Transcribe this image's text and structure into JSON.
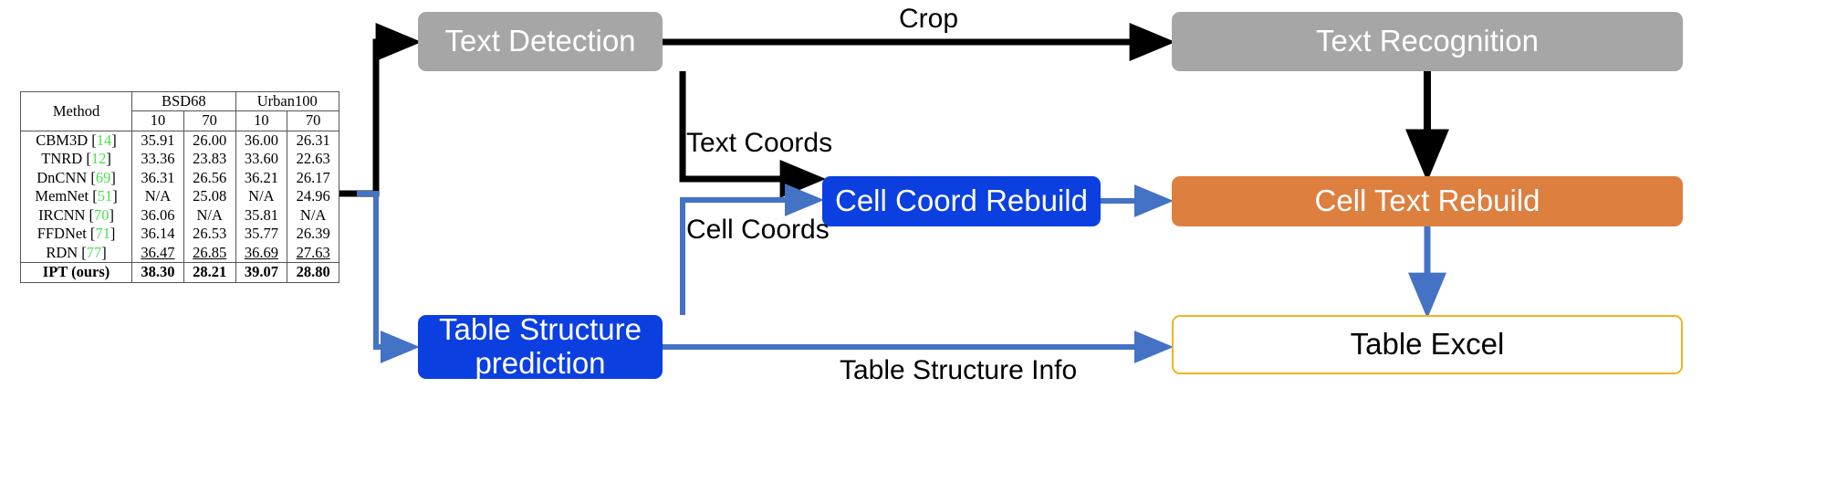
{
  "diagram": {
    "title": "Table recognition pipeline",
    "colors": {
      "gray_node": "#A6A6A6",
      "blue_node": "#0B3FE0",
      "orange_node": "#DD7F3F",
      "excel_border": "#F0B323",
      "black_edge": "#000000",
      "blue_edge": "#4472C4",
      "citation_green": "#4CE04C"
    },
    "nodes": [
      {
        "id": "text-detection",
        "label": "Text Detection",
        "style": "gray"
      },
      {
        "id": "text-recognition",
        "label": "Text Recognition",
        "style": "gray"
      },
      {
        "id": "cell-coord-rebuild",
        "label": "Cell Coord Rebuild",
        "style": "blue"
      },
      {
        "id": "cell-text-rebuild",
        "label": "Cell Text Rebuild",
        "style": "orange"
      },
      {
        "id": "table-structure",
        "label_line1": "Table Structure",
        "label_line2": "prediction",
        "style": "blue"
      },
      {
        "id": "table-excel",
        "label": "Table Excel",
        "style": "excel"
      }
    ],
    "edge_labels": {
      "crop": "Crop",
      "text_coords": "Text Coords",
      "cell_coords": "Cell Coords",
      "table_structure_info": "Table Structure Info"
    }
  },
  "table_image": {
    "caption": "",
    "columns": {
      "method": "Method",
      "group_bsd68": "BSD68",
      "group_urban100": "Urban100",
      "sub_levels": [
        "10",
        "70",
        "10",
        "70"
      ]
    },
    "rows": [
      {
        "method": "CBM3D",
        "cite": "14",
        "bsd68_10": "35.91",
        "bsd68_70": "26.00",
        "urban_10": "36.00",
        "urban_70": "26.31",
        "bold": false,
        "underline": false
      },
      {
        "method": "TNRD",
        "cite": "12",
        "bsd68_10": "33.36",
        "bsd68_70": "23.83",
        "urban_10": "33.60",
        "urban_70": "22.63",
        "bold": false,
        "underline": false
      },
      {
        "method": "DnCNN",
        "cite": "69",
        "bsd68_10": "36.31",
        "bsd68_70": "26.56",
        "urban_10": "36.21",
        "urban_70": "26.17",
        "bold": false,
        "underline": false
      },
      {
        "method": "MemNet",
        "cite": "51",
        "bsd68_10": "N/A",
        "bsd68_70": "25.08",
        "urban_10": "N/A",
        "urban_70": "24.96",
        "bold": false,
        "underline": false
      },
      {
        "method": "IRCNN",
        "cite": "70",
        "bsd68_10": "36.06",
        "bsd68_70": "N/A",
        "urban_10": "35.81",
        "urban_70": "N/A",
        "bold": false,
        "underline": false
      },
      {
        "method": "FFDNet",
        "cite": "71",
        "bsd68_10": "36.14",
        "bsd68_70": "26.53",
        "urban_10": "35.77",
        "urban_70": "26.39",
        "bold": false,
        "underline": false
      },
      {
        "method": "RDN",
        "cite": "77",
        "bsd68_10": "36.47",
        "bsd68_70": "26.85",
        "urban_10": "36.69",
        "urban_70": "27.63",
        "bold": false,
        "underline": true
      },
      {
        "method": "IPT (ours)",
        "cite": "",
        "bsd68_10": "38.30",
        "bsd68_70": "28.21",
        "urban_10": "39.07",
        "urban_70": "28.80",
        "bold": true,
        "underline": false
      }
    ]
  }
}
